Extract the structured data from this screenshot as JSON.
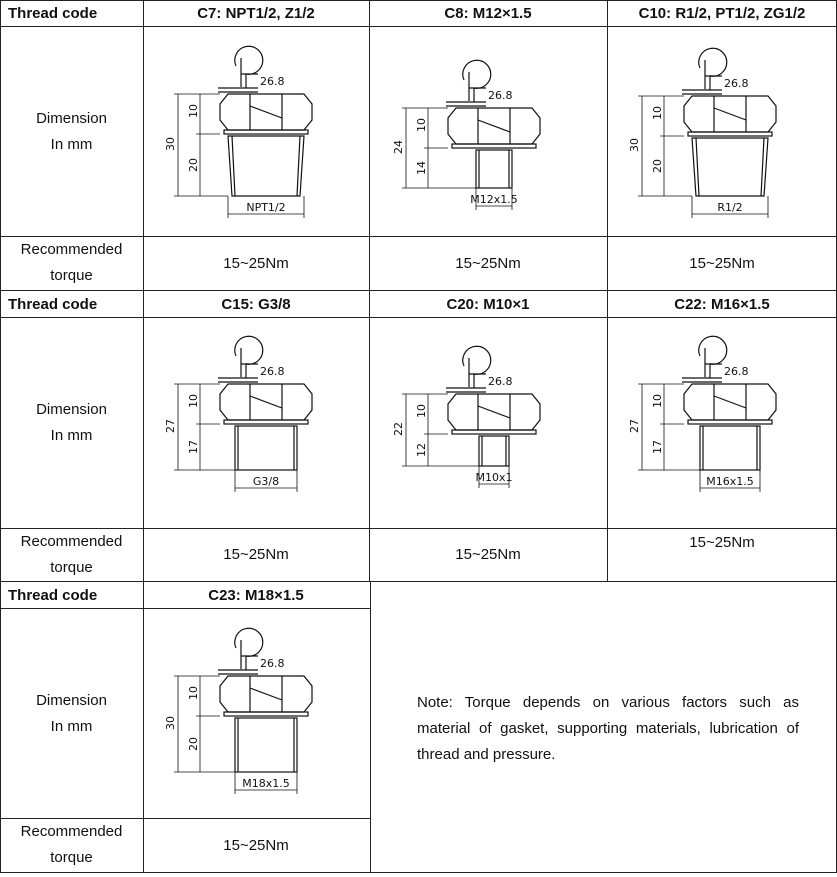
{
  "labels": {
    "thread_code": "Thread code",
    "dimension_l1": "Dimension",
    "dimension_l2": "In mm",
    "torque_l1": "Recommended",
    "torque_l2": "torque"
  },
  "blocks": [
    {
      "codes": [
        {
          "code": "C7:",
          "spec": "NPT1/2, Z1/2",
          "torque": "15~25Nm"
        },
        {
          "code": "C8:",
          "spec": "M12×1.5",
          "torque": "15~25Nm"
        },
        {
          "code": "C10:",
          "spec": "R1/2, PT1/2, ZG1/2",
          "torque": "15~25Nm"
        }
      ]
    },
    {
      "codes": [
        {
          "code": "C15:",
          "spec": "G3/8",
          "torque": "15~25Nm"
        },
        {
          "code": "C20:",
          "spec": "M10×1",
          "torque": "15~25Nm"
        },
        {
          "code": "C22:",
          "spec": "M16×1.5",
          "torque": "15~25Nm"
        }
      ]
    },
    {
      "codes": [
        {
          "code": "C23:",
          "spec": "M18×1.5",
          "torque": "15~25Nm"
        }
      ]
    }
  ],
  "drawings": [
    {
      "wrench": "26.8",
      "total": "30",
      "hex": "10",
      "shank": "20",
      "thread": "NPT1/2"
    },
    {
      "wrench": "26.8",
      "total": "24",
      "hex": "10",
      "shank": "14",
      "thread": "M12x1.5"
    },
    {
      "wrench": "26.8",
      "total": "30",
      "hex": "10",
      "shank": "20",
      "thread": "R1/2"
    },
    {
      "wrench": "26.8",
      "total": "27",
      "hex": "10",
      "shank": "17",
      "thread": "G3/8"
    },
    {
      "wrench": "26.8",
      "total": "22",
      "hex": "10",
      "shank": "12",
      "thread": "M10x1"
    },
    {
      "wrench": "26.8",
      "total": "27",
      "hex": "10",
      "shank": "17",
      "thread": "M16x1.5"
    },
    {
      "wrench": "26.8",
      "total": "30",
      "hex": "10",
      "shank": "20",
      "thread": "M18x1.5"
    }
  ],
  "note": "Note: Torque depends on various factors such as material of gasket, supporting materials, lubrication of thread and pressure."
}
